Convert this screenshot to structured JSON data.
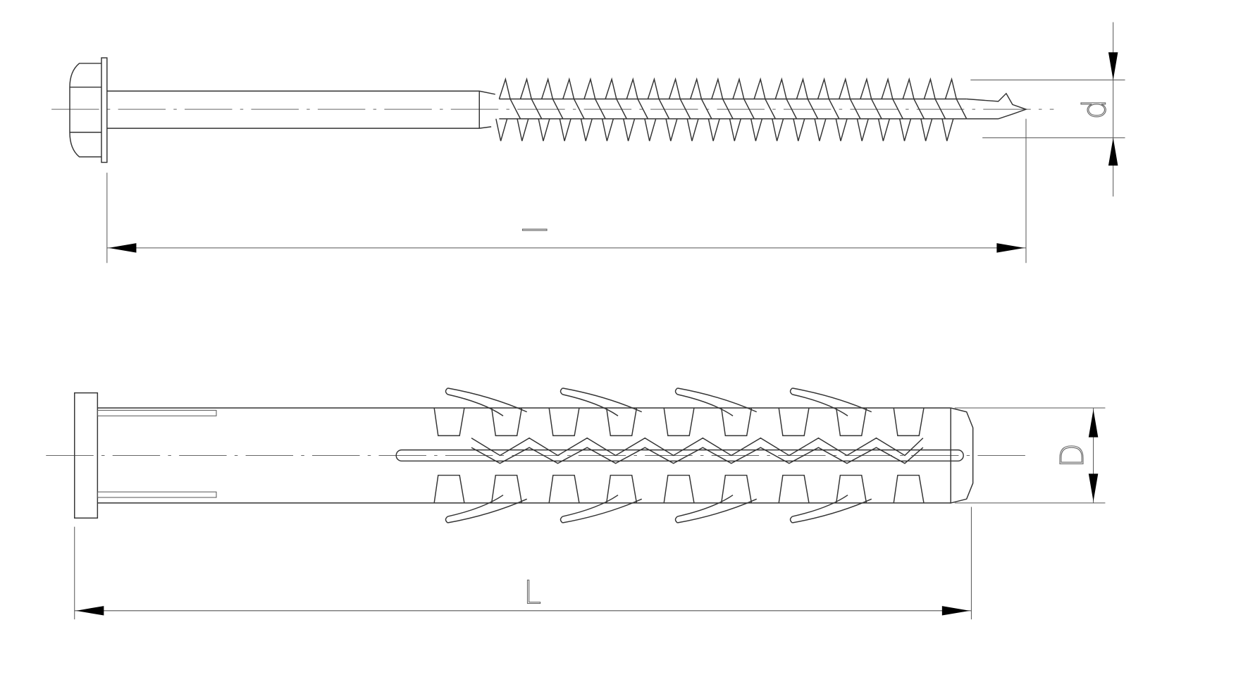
{
  "drawing": {
    "screw": {
      "length_label": "l",
      "diameter_label": "d",
      "thread_count": 22
    },
    "anchor": {
      "length_label": "L",
      "diameter_label": "D",
      "segment_count": 9,
      "fin_count": 4
    },
    "line_color": "#333333"
  }
}
